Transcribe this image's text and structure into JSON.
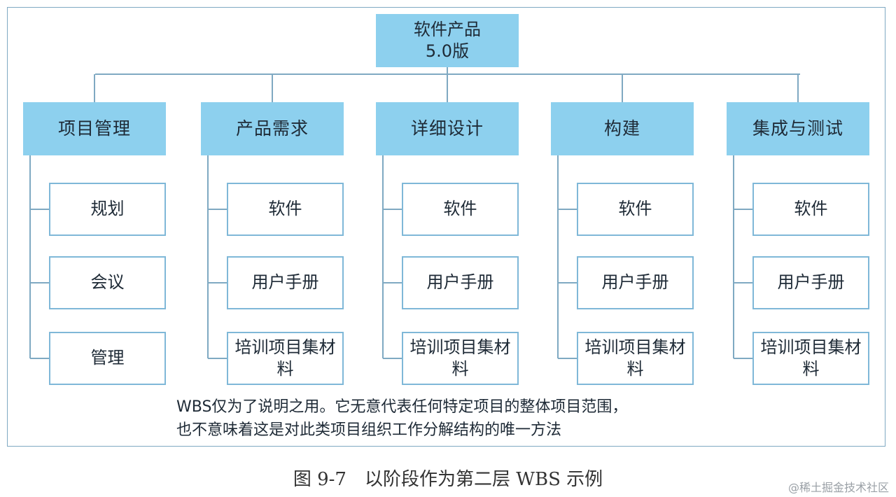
{
  "root": {
    "line1": "软件产品",
    "line2": "5.0版"
  },
  "phases": [
    {
      "label": "项目管理",
      "children": [
        "规划",
        "会议",
        "管理"
      ]
    },
    {
      "label": "产品需求",
      "children": [
        "软件",
        "用户手册",
        "培训项目集材料"
      ]
    },
    {
      "label": "详细设计",
      "children": [
        "软件",
        "用户手册",
        "培训项目集材料"
      ]
    },
    {
      "label": "构建",
      "children": [
        "软件",
        "用户手册",
        "培训项目集材料"
      ]
    },
    {
      "label": "集成与测试",
      "children": [
        "软件",
        "用户手册",
        "培训项目集材料"
      ]
    }
  ],
  "note": {
    "line1": "WBS仅为了说明之用。它无意代表任何特定项目的整体项目范围，",
    "line2": "也不意味着这是对此类项目组织工作分解结构的唯一方法"
  },
  "caption": "图 9-7　以阶段作为第二层 WBS 示例",
  "watermark": "@稀土掘金技术社区",
  "colors": {
    "box_fill": "#8dd0ee",
    "border": "#7fb8d8",
    "line": "#7fa9c2"
  }
}
